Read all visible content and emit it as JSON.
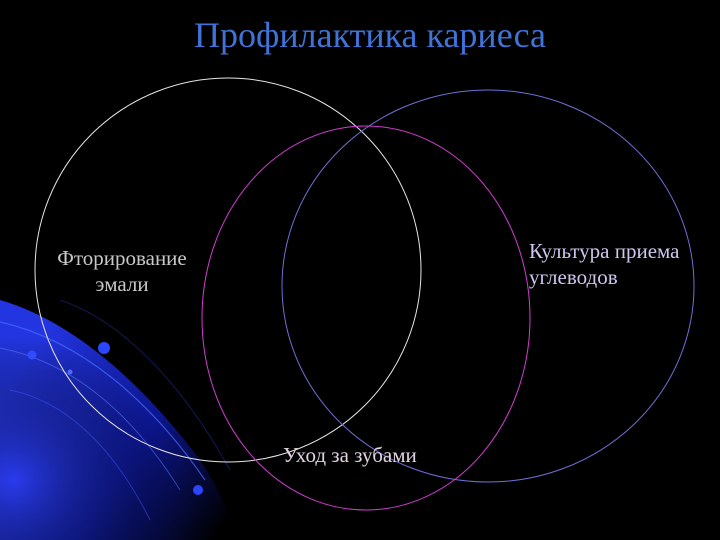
{
  "title": "Профилактика кариеса",
  "circles": [
    {
      "id": "fluoridation",
      "label_lines": [
        "Фторирование",
        "эмали"
      ],
      "stroke": "#e6e6e6"
    },
    {
      "id": "carb-culture",
      "label_lines": [
        "Культура приема",
        "углеводов"
      ],
      "stroke": "#6f6fd6"
    },
    {
      "id": "dental-care",
      "label_lines": [
        "Уход за зубами"
      ],
      "stroke": "#d23cd2"
    }
  ],
  "colors": {
    "background": "#000000",
    "title": "#3f73d8",
    "decor_blue": "#1a2fd0"
  }
}
